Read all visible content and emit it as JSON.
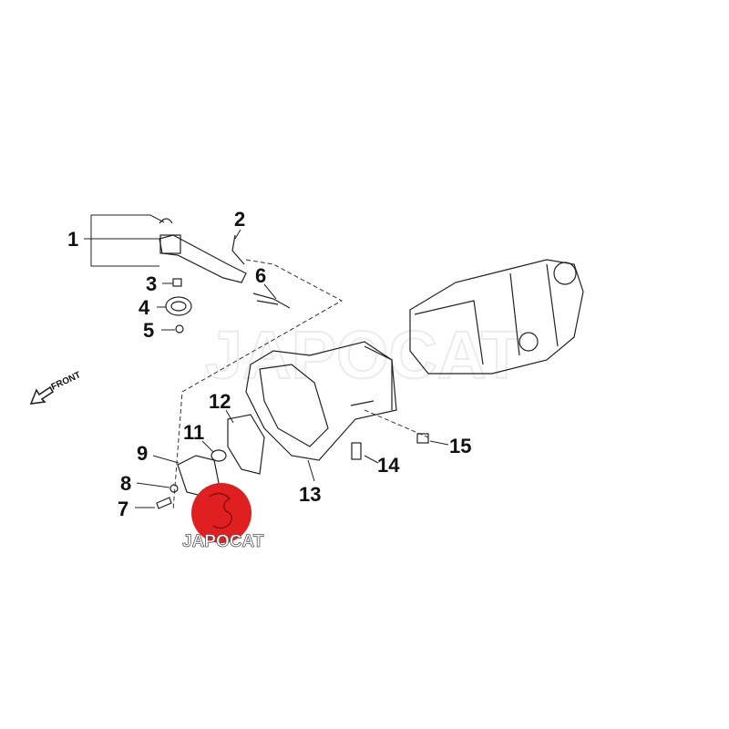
{
  "watermark": "JAPOCAT",
  "logo": {
    "text": "JAPOCAT",
    "color": "#e02020"
  },
  "direction": {
    "label": "FRONT"
  },
  "callouts": [
    "1",
    "2",
    "3",
    "4",
    "5",
    "6",
    "7",
    "8",
    "9",
    "11",
    "12",
    "13",
    "14",
    "15"
  ]
}
